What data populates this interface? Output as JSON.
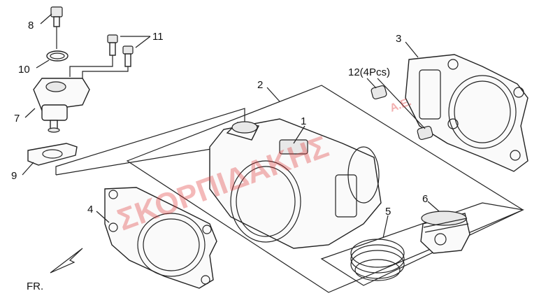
{
  "callouts": {
    "c1": "1",
    "c2": "2",
    "c3": "3",
    "c4": "4",
    "c5": "5",
    "c6": "6",
    "c7": "7",
    "c8": "8",
    "c9": "9",
    "c10": "10",
    "c11": "11",
    "c12": "12(4Pcs)"
  },
  "front_label": "FR.",
  "watermark": {
    "text": "ΣΚΟΡΠΙΔΑΚΗΣ",
    "suffix": "A.E."
  }
}
